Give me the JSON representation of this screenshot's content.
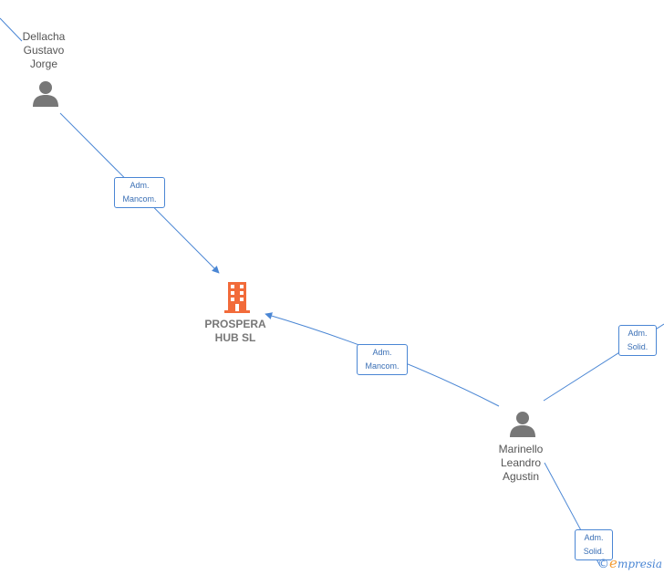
{
  "nodes": {
    "company": {
      "label": "PROSPERA\nHUB  SL",
      "icon": "building-icon",
      "color": "#f26b3a"
    },
    "dellacha": {
      "label": "Dellacha\nGustavo\nJorge",
      "icon": "person-icon"
    },
    "marinello": {
      "label": "Marinello\nLeandro\nAgustin",
      "icon": "person-icon"
    }
  },
  "edges": [
    {
      "label": "Adm.\nMancom."
    },
    {
      "label": "Adm.\nMancom."
    },
    {
      "label": "Adm.\nSolid."
    },
    {
      "label": "Adm.\nSolid."
    }
  ],
  "colors": {
    "edge": "#4a86d4",
    "person": "#777777"
  },
  "footer": {
    "copyright": "©",
    "brand_first": "e",
    "brand_rest": "mpresia"
  }
}
